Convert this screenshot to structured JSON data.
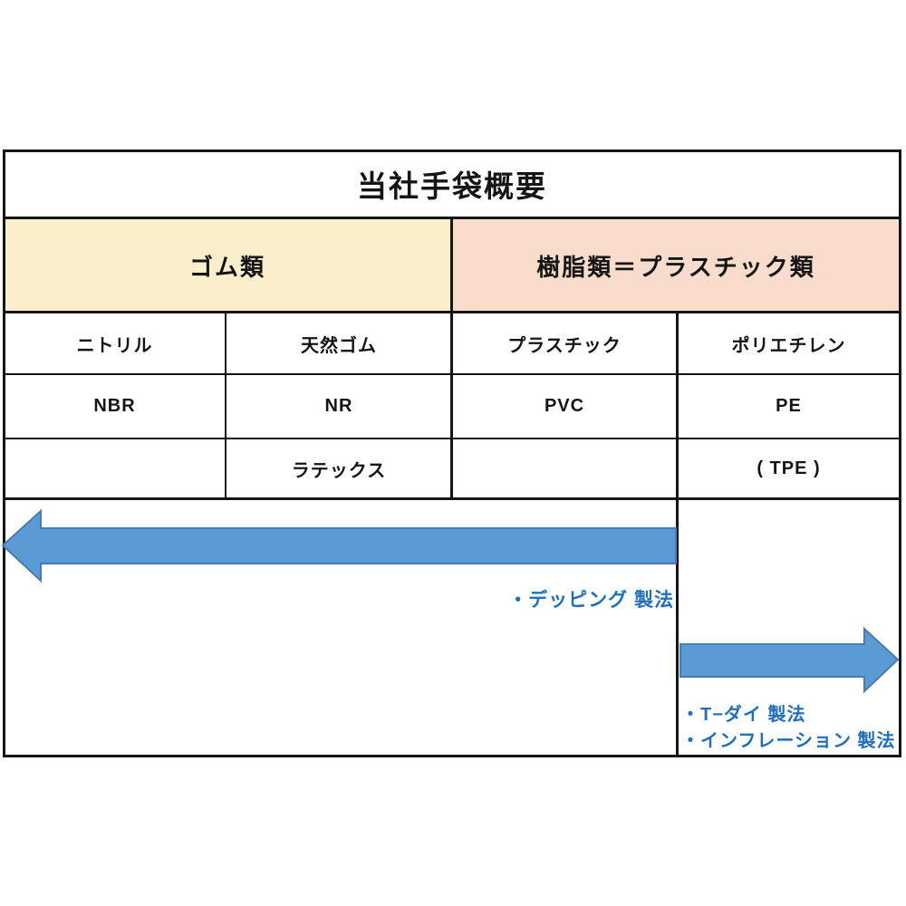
{
  "figure": {
    "title": "当社手袋概要"
  },
  "groups": {
    "rubber": {
      "label": "ゴム類",
      "bg": "#FBEECB"
    },
    "plastic": {
      "label": "樹脂類＝プラスチック類",
      "bg": "#F9DCCC"
    }
  },
  "columns": [
    {
      "name": "ニトリル",
      "code": "NBR",
      "extra": ""
    },
    {
      "name": "天然ゴム",
      "code": "NR",
      "extra": "ラテックス"
    },
    {
      "name": "プラスチック",
      "code": "PVC",
      "extra": ""
    },
    {
      "name": "ポリエチレン",
      "code": "PE",
      "extra": "( TPE )"
    }
  ],
  "annotations": {
    "dipping": "・デッピング 製法",
    "t_die": "・T−ダイ 製法",
    "inflation": "・インフレーション 製法"
  },
  "colors": {
    "rubber_bg": "#FBEECB",
    "plastic_bg": "#F9DCCC",
    "arrow_fill": "#5B9BD5",
    "arrow_stroke": "#4A7AAE",
    "annotation_blue": "#1E6FC0",
    "grid_line": "#151515",
    "background": "#FFFFFF"
  }
}
